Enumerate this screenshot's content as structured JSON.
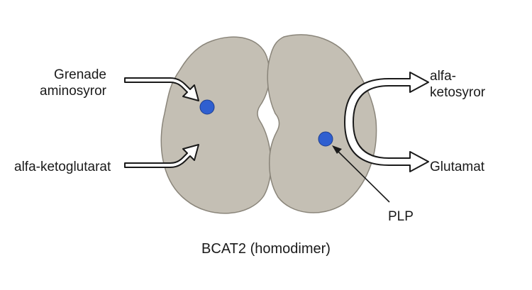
{
  "diagram": {
    "labels": {
      "input_top_line1": "Grenade",
      "input_top_line2": "aminosyror",
      "input_bottom": "alfa-ketoglutarat",
      "output_top_line1": "alfa-",
      "output_top_line2": "ketosyror",
      "output_bottom": "Glutamat",
      "cofactor": "PLP",
      "caption": "BCAT2 (homodimer)"
    },
    "colors": {
      "protein_fill": "#c4bfb4",
      "protein_stroke": "#8a857a",
      "active_site": "#2f5fd0",
      "arrow_fill": "#ffffff",
      "arrow_stroke": "#1a1a1a",
      "text": "#1a1a1a"
    }
  }
}
